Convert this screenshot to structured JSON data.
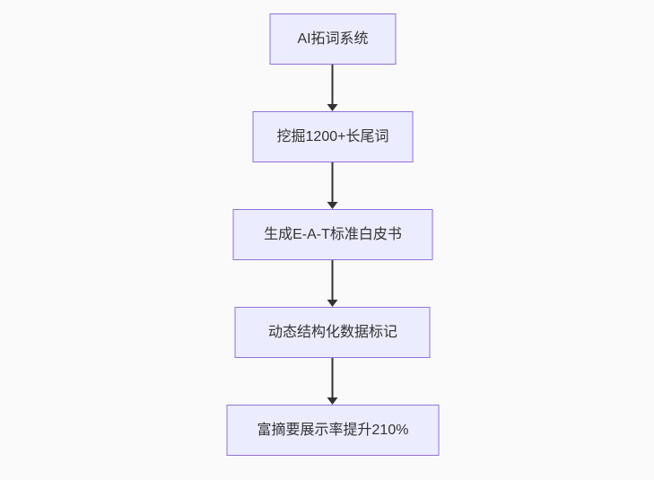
{
  "page": {
    "background_color": "#fafafa"
  },
  "flowchart": {
    "type": "flowchart",
    "direction": "top-down",
    "node_fill_color": "#ECECFF",
    "node_border_color": "#9370DB",
    "node_text_color": "#333333",
    "arrow_color": "#333333",
    "nodes": [
      {
        "id": "node-1",
        "label": "AI拓词系统"
      },
      {
        "id": "node-2",
        "label": "挖掘1200+长尾词"
      },
      {
        "id": "node-3",
        "label": "生成E-A-T标准白皮书"
      },
      {
        "id": "node-4",
        "label": "动态结构化数据标记"
      },
      {
        "id": "node-5",
        "label": "富摘要展示率提升210%"
      }
    ],
    "edges": [
      {
        "from": "node-1",
        "to": "node-2"
      },
      {
        "from": "node-2",
        "to": "node-3"
      },
      {
        "from": "node-3",
        "to": "node-4"
      },
      {
        "from": "node-4",
        "to": "node-5"
      }
    ]
  }
}
